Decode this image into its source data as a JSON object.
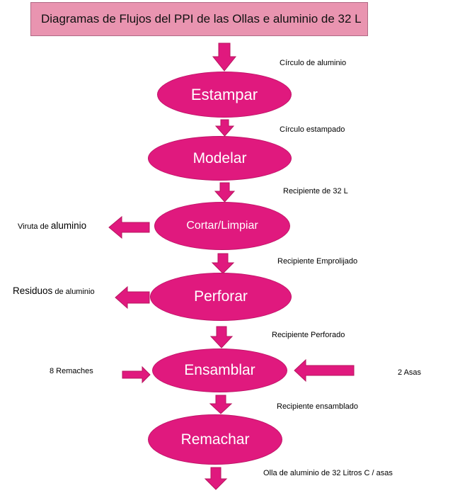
{
  "title": "Diagramas de Flujos del PPI de las Ollas e aluminio de 32 L",
  "colors": {
    "node_fill": "#e0197e",
    "title_fill": "#e994b0",
    "node_text": "#ffffff"
  },
  "steps": [
    {
      "label": "Estampar"
    },
    {
      "label": "Modelar"
    },
    {
      "label": "Cortar/Limpiar"
    },
    {
      "label": "Perforar"
    },
    {
      "label": "Ensamblar"
    },
    {
      "label": "Remachar"
    }
  ],
  "flows": [
    {
      "label": "Círculo de aluminio"
    },
    {
      "label": "Círculo estampado"
    },
    {
      "label": "Recipiente de 32 L"
    },
    {
      "label": "Recipiente Emprolijado"
    },
    {
      "label": "Recipiente Perforado"
    },
    {
      "label": "Recipiente ensamblado"
    },
    {
      "label": "Olla de aluminio de 32 Litros C / asas"
    }
  ],
  "side_outputs": [
    {
      "prefix": "Viruta de ",
      "main": "aluminio"
    },
    {
      "prefix": "Residuos",
      "main": " de aluminio"
    }
  ],
  "side_inputs": [
    {
      "label": "8 Remaches"
    },
    {
      "label": "2 Asas"
    }
  ]
}
